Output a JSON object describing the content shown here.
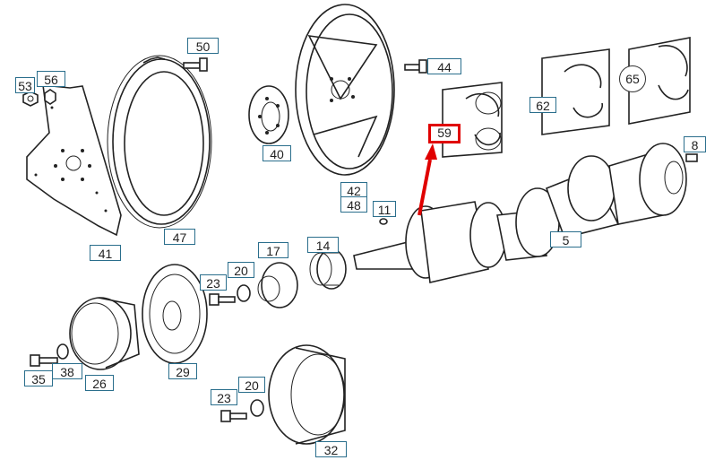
{
  "diagram": {
    "callouts": [
      {
        "id": "53",
        "label": "53"
      },
      {
        "id": "56",
        "label": "56"
      },
      {
        "id": "41",
        "label": "41"
      },
      {
        "id": "47",
        "label": "47"
      },
      {
        "id": "50",
        "label": "50"
      },
      {
        "id": "40",
        "label": "40"
      },
      {
        "id": "42",
        "label": "42"
      },
      {
        "id": "48",
        "label": "48"
      },
      {
        "id": "11",
        "label": "11"
      },
      {
        "id": "44",
        "label": "44"
      },
      {
        "id": "59",
        "label": "59"
      },
      {
        "id": "62",
        "label": "62"
      },
      {
        "id": "65",
        "label": "65"
      },
      {
        "id": "8",
        "label": "8"
      },
      {
        "id": "5",
        "label": "5"
      },
      {
        "id": "17",
        "label": "17"
      },
      {
        "id": "14",
        "label": "14"
      },
      {
        "id": "20a",
        "label": "20"
      },
      {
        "id": "23a",
        "label": "23"
      },
      {
        "id": "29",
        "label": "29"
      },
      {
        "id": "26",
        "label": "26"
      },
      {
        "id": "38",
        "label": "38"
      },
      {
        "id": "35",
        "label": "35"
      },
      {
        "id": "23b",
        "label": "23"
      },
      {
        "id": "20b",
        "label": "20"
      },
      {
        "id": "32",
        "label": "32"
      }
    ],
    "highlight_color": "#e00000",
    "callout_border_color": "#2a6e8c"
  }
}
